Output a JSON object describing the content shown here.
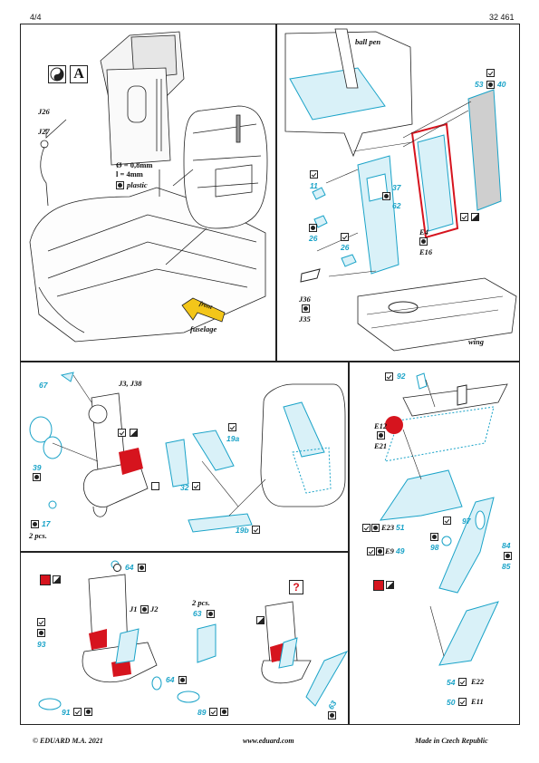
{
  "header": {
    "page": "4/4",
    "code": "32 461"
  },
  "panel_a": {
    "badge": "A",
    "part_top": "J26",
    "part_bottom": "J27",
    "spec_diameter": "Ø = 0,8mm",
    "spec_length": "l = 4mm",
    "spec_material": "plastic",
    "arrow_text": "front",
    "fuselage": "fuselage"
  },
  "panel_b": {
    "ball_pen": "ball pen",
    "n11": "11",
    "n37": "37",
    "n62": "62",
    "n26a": "26",
    "n26b": "26",
    "n53": "53",
    "n40": "40",
    "e4": "E4",
    "e16": "E16",
    "j36": "J36",
    "j35": "J35",
    "wing": "wing"
  },
  "panel_c": {
    "n67": "67",
    "j3j38": "J3, J38",
    "n39": "39",
    "n17": "17",
    "pcs": "2 pcs.",
    "n32": "32",
    "n19a": "19a",
    "n19b": "19b"
  },
  "panel_d": {
    "n92": "92",
    "e12": "E12",
    "e21": "E21",
    "e23": "E23",
    "n51": "51",
    "e9": "E9",
    "n49": "49",
    "n97": "97",
    "n98": "98",
    "n84": "84",
    "n85": "85",
    "n54": "54",
    "e22": "E22",
    "n50": "50",
    "e11": "E11"
  },
  "panel_e": {
    "n64a": "64",
    "j1": "J1",
    "j2": "J2",
    "pcs": "2 pcs.",
    "n63a": "63",
    "n93": "93",
    "n64b": "64",
    "n91": "91",
    "n89": "89",
    "question": "?",
    "n63b": "63"
  },
  "footer": {
    "left": "© EDUARD  M.A. 2021",
    "center": "www.eduard.com",
    "right": "Made in Czech Republic"
  },
  "colors": {
    "blue": "#1aa3c8",
    "red": "#d6141e",
    "line": "#222222",
    "fill_blue": "#d9f1f8"
  }
}
